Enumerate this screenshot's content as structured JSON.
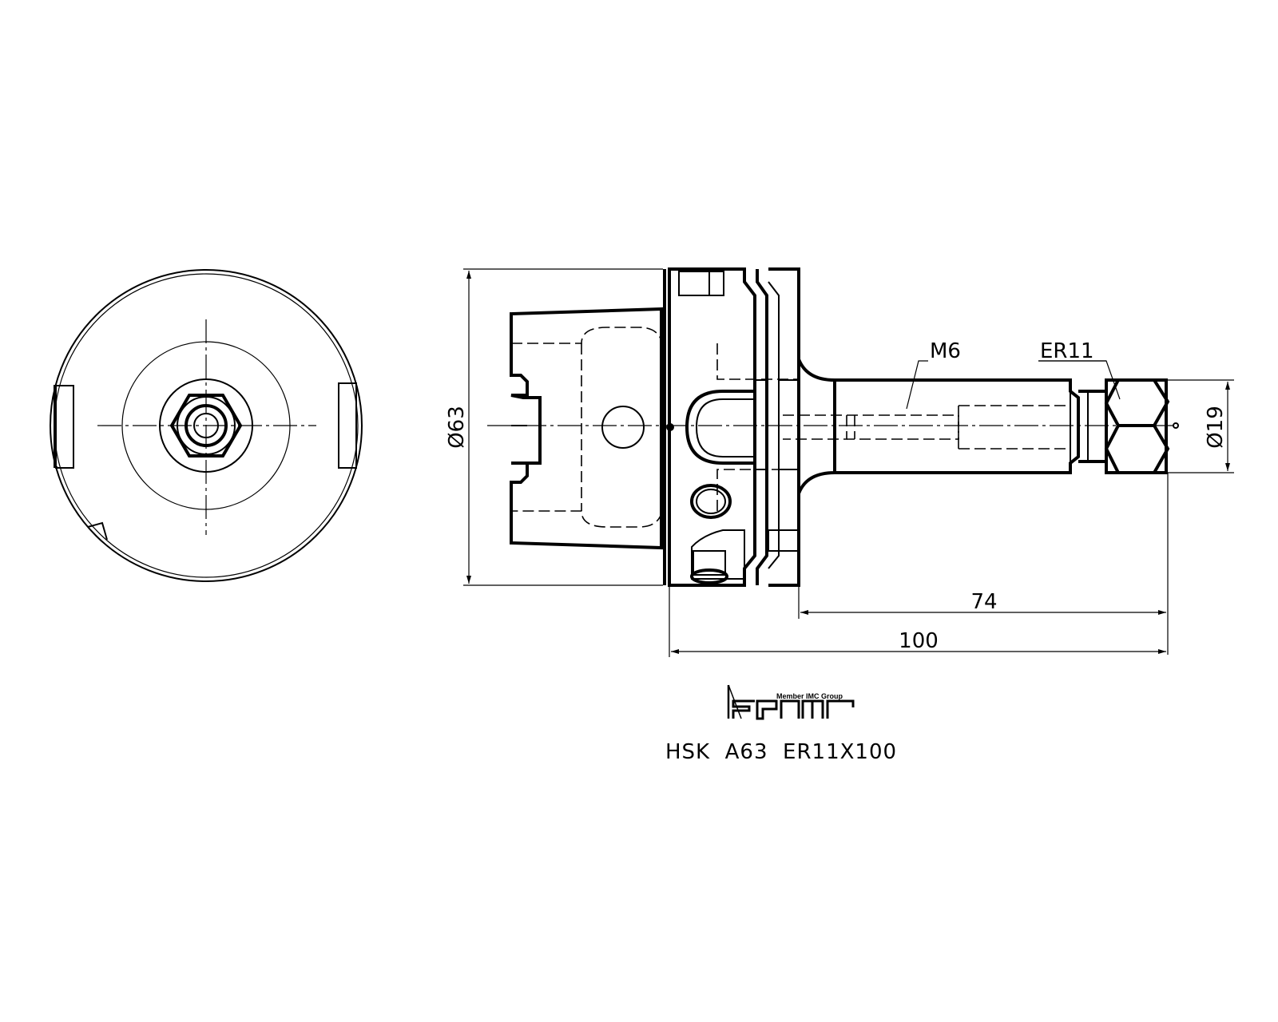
{
  "drawing": {
    "product_code": "HSK  A63  ER11X100",
    "brand": {
      "tagline": "Member IMC Group",
      "logo_text": "iscar"
    },
    "dimensions": {
      "diameter_flange": "Ø63",
      "diameter_nut": "Ø19",
      "thread": "M6",
      "collet": "ER11",
      "length_gauge": "74",
      "length_total": "100"
    }
  }
}
